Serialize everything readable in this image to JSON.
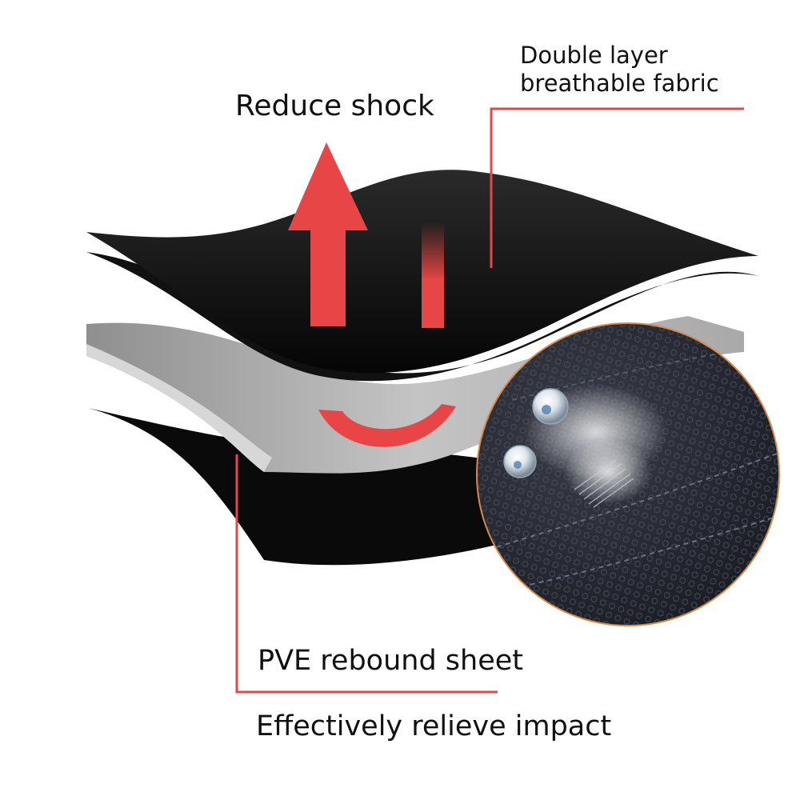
{
  "labels": {
    "reduce_shock": "Reduce shock",
    "fabric_line1": "Double layer",
    "fabric_line2": "breathable fabric",
    "pve_sheet": "PVE rebound sheet",
    "relieve_impact": "Effectively relieve impact"
  },
  "colors": {
    "accent_red": "#e84646",
    "top_layer": "#0d0d0d",
    "middle_sheet": "#a9a9a9",
    "mesh_background": "#23262f",
    "circle_border": "#d98a4a"
  },
  "icons": {
    "arrow": "up-arrow-icon",
    "smile": "rebound-curve-icon",
    "droplets": "water-droplet-icon"
  }
}
